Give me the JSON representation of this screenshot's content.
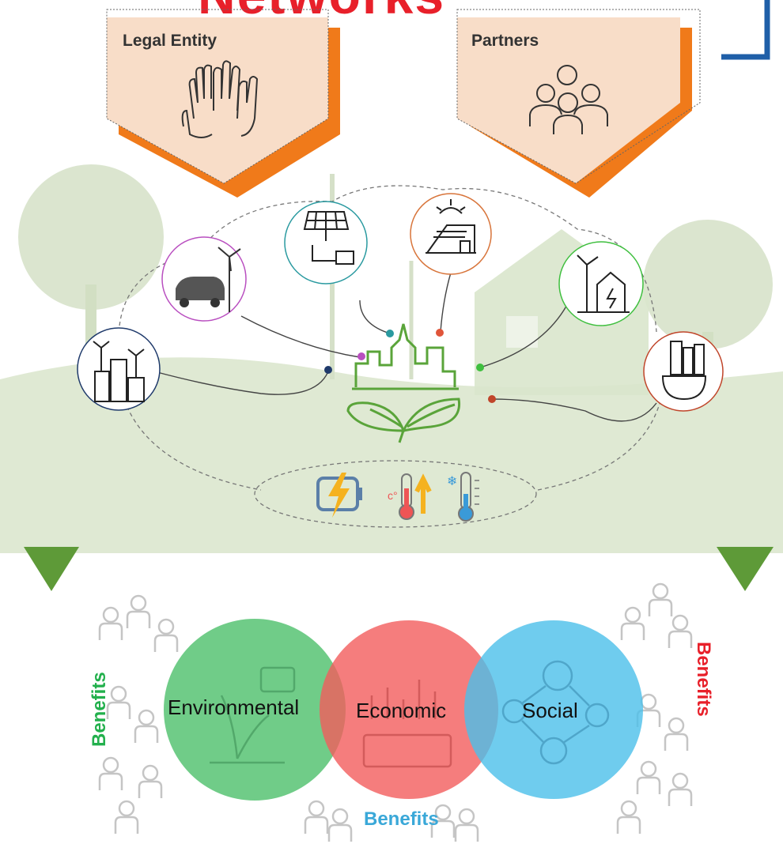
{
  "title": "Networks",
  "stakeholders": [
    {
      "label": "Legal Entity",
      "icon": "raised-hands-icon"
    },
    {
      "label": "Partners",
      "icon": "people-group-icon"
    }
  ],
  "energy_nodes": [
    {
      "icon": "industrial-wind-building-icon",
      "color": "#1f3a6b"
    },
    {
      "icon": "electric-car-wind-turbine-icon",
      "color": "#b94fc0"
    },
    {
      "icon": "solar-panel-battery-icon",
      "color": "#2a9aa0"
    },
    {
      "icon": "solar-roof-house-icon",
      "color": "#d8743a"
    },
    {
      "icon": "wind-turbine-power-house-icon",
      "color": "#3fbf3f"
    },
    {
      "icon": "city-on-earth-icon",
      "color": "#c0452a"
    }
  ],
  "hub": {
    "icon": "green-city-leaves-icon",
    "color": "#5aa43a"
  },
  "utilities": [
    "battery-charge-icon",
    "heating-thermometer-icon",
    "cooling-thermometer-icon"
  ],
  "benefit_circles": [
    {
      "label": "Environmental",
      "color": "#4cbf6a"
    },
    {
      "label": "Economic",
      "color": "#f25c5c"
    },
    {
      "label": "Social",
      "color": "#4bbfea"
    }
  ],
  "benefit_labels": [
    {
      "text": "Benefits",
      "color": "#22b04c"
    },
    {
      "text": "Benefits",
      "color": "#e8202a"
    },
    {
      "text": "Benefits",
      "color": "#3aa8d8"
    }
  ],
  "colors": {
    "pentagon_fill": "#f8ddc8",
    "pentagon_accent": "#f07a1a",
    "landscape": "#dfe9d3",
    "arrow": "#5e9a38",
    "bracket": "#1f5fa8"
  }
}
